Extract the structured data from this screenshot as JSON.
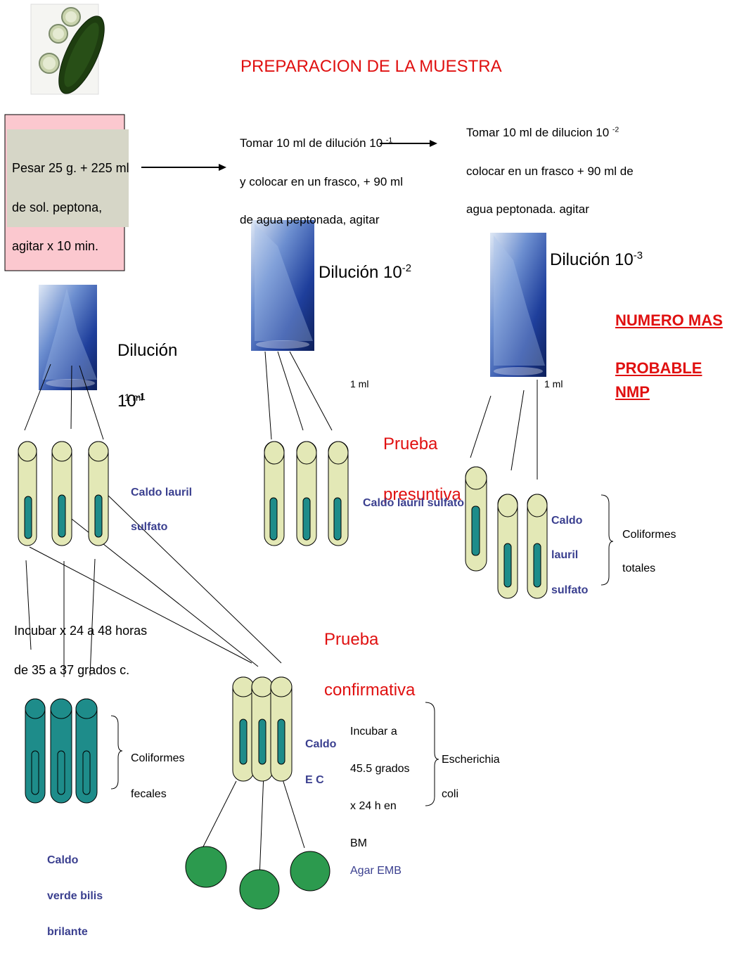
{
  "title": "PREPARACION DE LA MUESTRA",
  "nmp_title": [
    "NUMERO MAS",
    "PROBABLE  NMP"
  ],
  "step1": [
    "Pesar 25 g. + 225 ml",
    "de sol. peptona,",
    "agitar x 10 min."
  ],
  "step2": [
    "Tomar 10 ml de dilución 10",
    "y colocar en un frasco, + 90 ml",
    "de agua peptonada, agitar"
  ],
  "step2_exp": "-1",
  "step3": [
    "Tomar 10 ml de dilucion 10",
    "colocar en un frasco + 90 ml  de",
    "agua peptonada. agitar"
  ],
  "step3_exp": "-2",
  "dil1_label": [
    "Dilución",
    "10"
  ],
  "dil1_exp": "-1",
  "dil2_label": "Dilución 10",
  "dil2_exp": "-2",
  "dil3_label": "Dilución 10",
  "dil3_exp": "-3",
  "one_ml": "1 ml",
  "prueba_presuntiva": [
    "Prueba",
    "presuntiva"
  ],
  "prueba_confirmativa": [
    "Prueba",
    "confirmativa"
  ],
  "caldo_lauril_1": [
    "Caldo lauril",
    "sulfato"
  ],
  "caldo_lauril_2": "Caldo lauril sulfato",
  "caldo_lauril_3": [
    "Caldo",
    "lauril",
    "sulfato"
  ],
  "coliformes_totales": [
    "Coliformes",
    "totales"
  ],
  "incubar_1": [
    "Incubar x 24 a 48 horas",
    "de 35 a 37 grados c."
  ],
  "coliformes_fecales": [
    "Coliformes",
    "fecales"
  ],
  "caldo_verde": [
    "Caldo",
    "verde bilis",
    "brilante"
  ],
  "caldo_ec": [
    "Caldo",
    "E C"
  ],
  "incubar_2": [
    "Incubar a",
    "45.5 grados",
    "x 24 h en",
    "BM"
  ],
  "escherichia": [
    "Escherichia",
    "coli"
  ],
  "agar_emb": "Agar EMB",
  "colors": {
    "title_red": "#e01010",
    "label_blue": "#3a3f8f",
    "tube_fill": "#e3e8b6",
    "tube_teal": "#1e8c8a",
    "plate_green": "#2c9a4e",
    "pink_box": "#fbc8cf",
    "gray_box": "#d6d6c7"
  },
  "icons": [
    "cucumber-image",
    "flask-image"
  ]
}
